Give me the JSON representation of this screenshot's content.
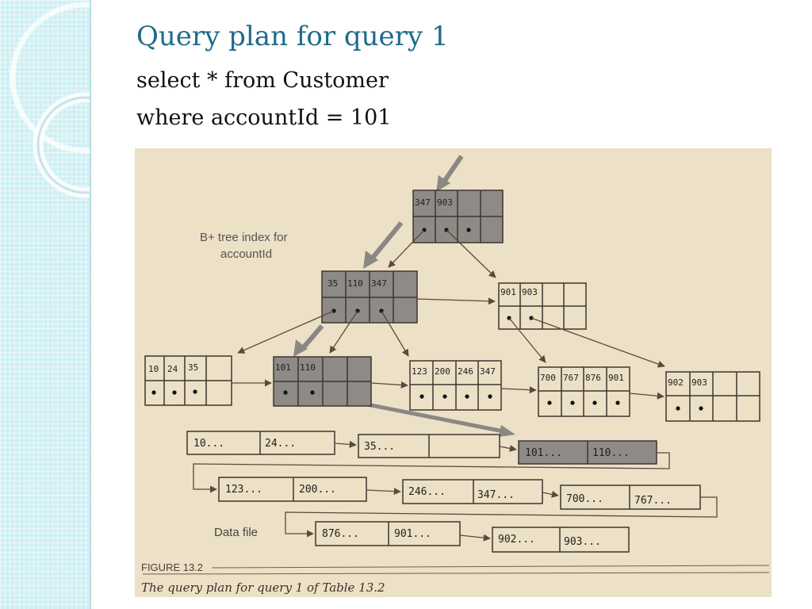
{
  "slide": {
    "title": "Query plan for query 1",
    "code_line_1": "select * from Customer",
    "code_line_2": "where accountId = 101"
  },
  "figure": {
    "index_label_1": "B+ tree index for",
    "index_label_2": "accountId",
    "root_node": [
      "347",
      "903"
    ],
    "level1_left": [
      "35",
      "110",
      "347"
    ],
    "level1_right": [
      "901",
      "903"
    ],
    "leaves": {
      "leaf_1": [
        "10",
        "24",
        "35"
      ],
      "leaf_2": [
        "101",
        "110"
      ],
      "leaf_3": [
        "123",
        "200",
        "246",
        "347"
      ],
      "leaf_4": [
        "700",
        "767",
        "876",
        "901"
      ],
      "leaf_5": [
        "902",
        "903"
      ]
    },
    "data_file_label": "Data file",
    "data_blocks": {
      "block_1": [
        "10...",
        "24..."
      ],
      "block_2": [
        "35..."
      ],
      "block_3": [
        "101...",
        "110..."
      ],
      "block_4": [
        "123...",
        "200..."
      ],
      "block_5": [
        "246...",
        "347..."
      ],
      "block_6": [
        "700...",
        "767..."
      ],
      "block_7": [
        "876...",
        "901..."
      ],
      "block_8": [
        "902...",
        "903..."
      ]
    },
    "caption_number": "FIGURE 13.2",
    "caption_text": "The query plan for query 1 of Table 13.2"
  },
  "colors": {
    "title": "#1f6b8c",
    "figure_background": "#ece0c6",
    "highlight_fill": "#8e8a86",
    "side_strip": "#cfeff3"
  }
}
